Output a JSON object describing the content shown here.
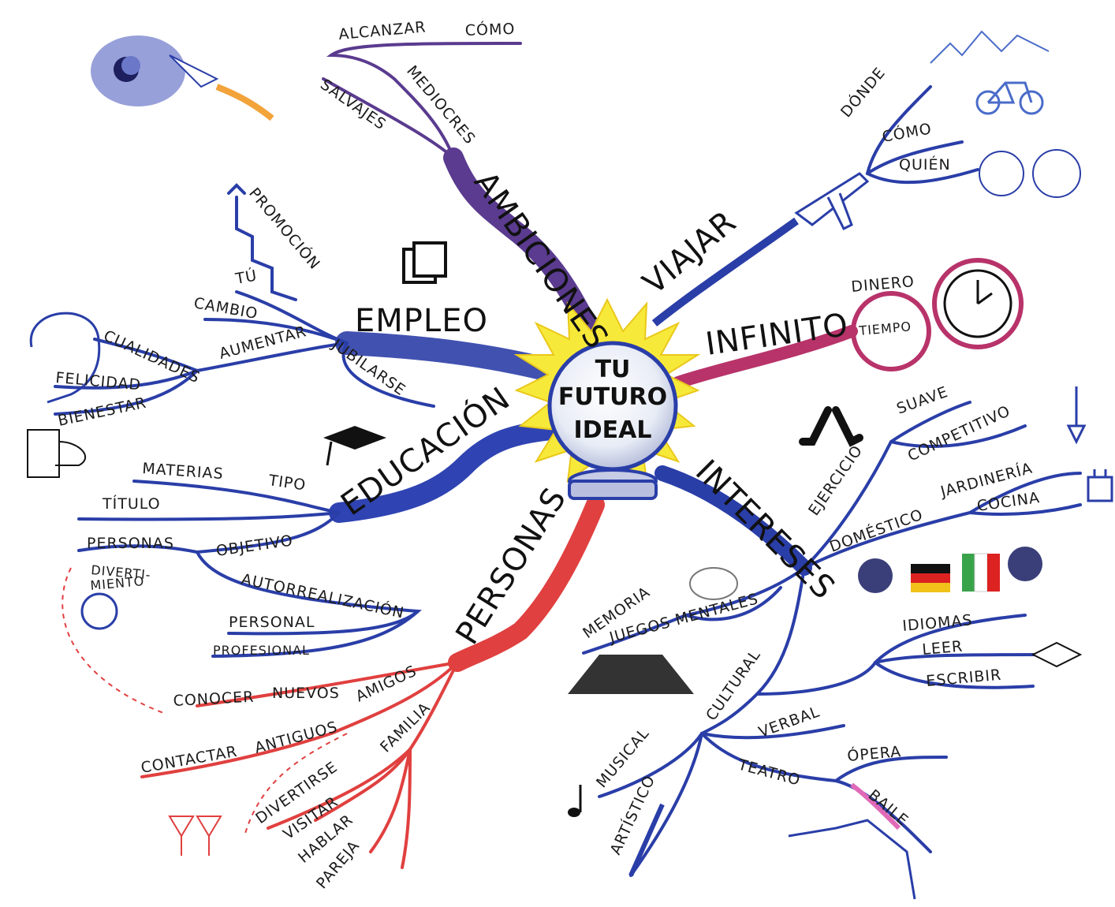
{
  "center": {
    "line1": "TU",
    "line2": "FUTURO",
    "line3": "IDEAL"
  },
  "colors": {
    "blue": "#2a3ea8",
    "purple": "#5a3b8f",
    "red": "#e0403f",
    "magenta": "#b8336a",
    "sun": "#f7e93a",
    "ink": "#111111"
  },
  "branches": {
    "ambiciones": {
      "title": "AMBICIONES",
      "mediocres": "MEDIOCRES",
      "salvajes": "SALVAJES",
      "alcanzar": "ALCANZAR",
      "como": "CÓMO"
    },
    "empleo": {
      "title": "EMPLEO",
      "promocion": "PROMOCIÓN",
      "tu": "TÚ",
      "cambio": "CAMBIO",
      "aumentar": "AUMENTAR",
      "jubilarse": "JUBILARSE",
      "cualidades": "CUALIDADES",
      "felicidad": "FELICIDAD",
      "bienestar": "BIENESTAR"
    },
    "educacion": {
      "title": "EDUCACIÓN",
      "materias": "MATERIAS",
      "tipo": "TIPO",
      "titulo": "TÍTULO",
      "personas": "PERSONAS",
      "objetivo": "OBJETIVO",
      "diverti": "DIVERTI-",
      "miento": "MIENTO",
      "autorrealizacion": "AUTORREALIZACIÓN",
      "personal": "PERSONAL",
      "profesional": "PROFESIONAL"
    },
    "personas": {
      "title": "PERSONAS",
      "conocer": "CONOCER",
      "nuevos": "NUEVOS",
      "amigos": "AMIGOS",
      "contactar": "CONTACTAR",
      "antiguos": "ANTIGUOS",
      "familia": "FAMILIA",
      "divertirse": "DIVERTIRSE",
      "visitar": "VISITAR",
      "hablar": "HABLAR",
      "pareja": "PAREJA"
    },
    "viajar": {
      "title": "VIAJAR",
      "donde": "DÓNDE",
      "como": "CÓMO",
      "quien": "QUIÉN"
    },
    "infinito": {
      "title": "INFINITO",
      "dinero": "DINERO",
      "tiempo": "TIEMPO"
    },
    "intereses": {
      "title": "INTERESES",
      "ejercicio": "EJERCICIO",
      "suave": "SUAVE",
      "competitivo": "COMPETITIVO",
      "domestico": "DOMÉSTICO",
      "jardineria": "JARDINERÍA",
      "cocina": "COCINA",
      "memoria": "MEMORIA",
      "juegos": "JUEGOS MENTALES",
      "idiomas": "IDIOMAS",
      "leer": "LEER",
      "escribir": "ESCRIBIR",
      "cultural": "CULTURAL",
      "verbal": "VERBAL",
      "musical": "MUSICAL",
      "artistico": "ARTÍSTICO",
      "teatro": "TEATRO",
      "opera": "ÓPERA",
      "baile": "BAILE"
    }
  }
}
